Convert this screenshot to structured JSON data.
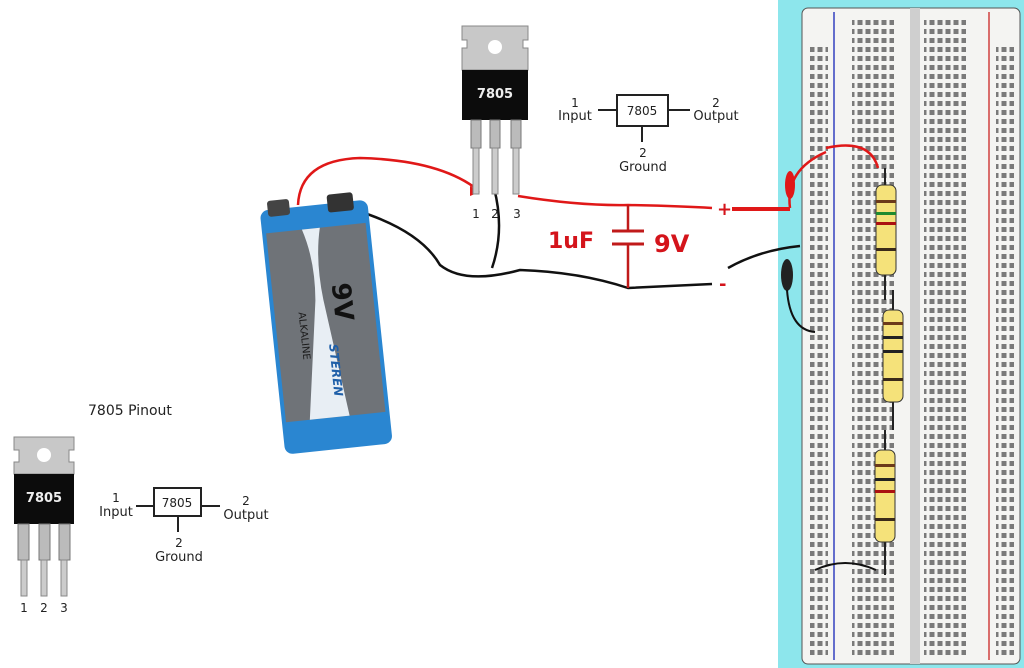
{
  "regulator_top": {
    "part_label": "7805",
    "pin_numbers": [
      "1",
      "2",
      "3"
    ],
    "symbol": {
      "box_label": "7805",
      "input_number": "1",
      "input_label": "Input",
      "output_number": "2",
      "output_label": "Output",
      "ground_number": "2",
      "ground_label": "Ground"
    }
  },
  "capacitor_label": "1uF",
  "voltage_label": "9V",
  "plus_label": "+",
  "minus_label": "-",
  "battery": {
    "brand": "STEREN",
    "type": "ALKALINE",
    "voltage": "9V",
    "colors": {
      "blue": "#2a86d1",
      "gray": "#6f7378"
    }
  },
  "pinout": {
    "title": "7805 Pinout",
    "part_label": "7805",
    "pin_numbers": [
      "1",
      "2",
      "3"
    ],
    "symbol": {
      "box_label": "7805",
      "input_number": "1",
      "input_label": "Input",
      "output_number": "2",
      "output_label": "Output",
      "ground_number": "2",
      "ground_label": "Ground"
    }
  },
  "breadboard": {
    "colors": {
      "frame": "#8de6ec",
      "board": "#f4f4f2",
      "rail_blue": "#3340c0",
      "rail_red": "#d04040",
      "resistor": "#f5e27a"
    }
  },
  "wire_colors": {
    "positive": "#e01818",
    "negative": "#111111"
  }
}
